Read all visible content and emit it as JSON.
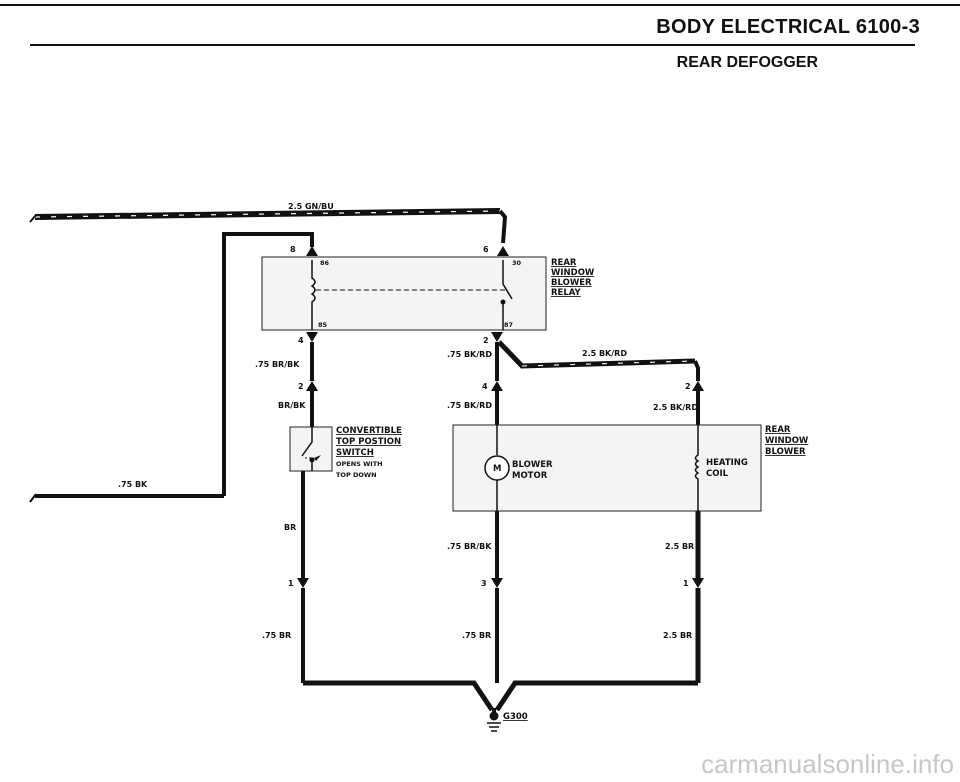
{
  "header": {
    "title": "BODY ELECTRICAL    6100-3",
    "subtitle": "REAR DEFOGGER"
  },
  "wires": {
    "top_feed": "2.5 GN/BU",
    "left_feed": ".75 BK",
    "relay_to_switch": ".75 BR/BK",
    "switch_top": "BR/BK",
    "relay_out_1": ".75 BK/RD",
    "relay_out_2": ".75 BK/RD",
    "heater_feed": "2.5 BK/RD",
    "heater_feed_2": "2.5 BK/RD",
    "switch_out": "BR",
    "motor_out": ".75 BR/BK",
    "coil_out": "2.5 BR",
    "ground_left": ".75 BR",
    "ground_mid": ".75 BR",
    "ground_right": "2.5 BR"
  },
  "pins": {
    "relay_86_conn": "8",
    "relay_30_conn": "6",
    "relay_86": "86",
    "relay_30": "30",
    "relay_85": "85",
    "relay_87": "87",
    "relay_85_conn": "4",
    "relay_87_conn": "2",
    "switch_in": "2",
    "motor_in": "4",
    "coil_in": "2",
    "switch_gnd": "1",
    "motor_gnd": "3",
    "coil_gnd": "1"
  },
  "components": {
    "relay": [
      "REAR",
      "WINDOW",
      "BLOWER",
      "RELAY"
    ],
    "switch": [
      "CONVERTIBLE",
      "TOP POSTION",
      "SWITCH"
    ],
    "switch_note": [
      "OPENS WITH",
      "TOP DOWN"
    ],
    "blower_unit": [
      "REAR",
      "WINDOW",
      "BLOWER"
    ],
    "motor": [
      "BLOWER",
      "MOTOR"
    ],
    "motor_symbol": "M",
    "coil": [
      "HEATING",
      "COIL"
    ],
    "ground": "G300"
  },
  "watermark": "carmanualsonline.info"
}
